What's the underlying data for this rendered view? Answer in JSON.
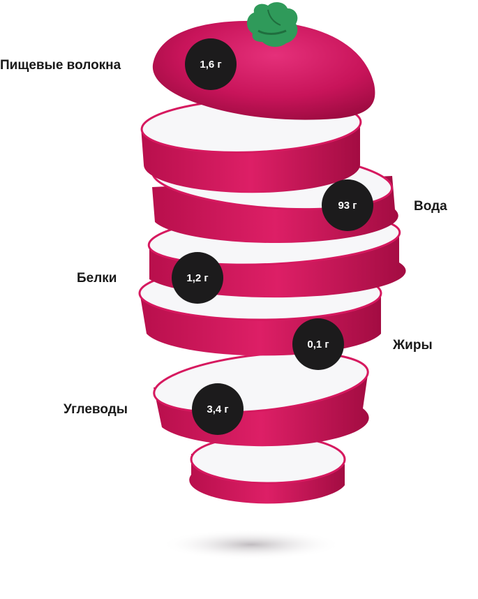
{
  "nutrients": {
    "fiber": {
      "label": "Пищевые волокна",
      "value": "1,6 г"
    },
    "water": {
      "label": "Вода",
      "value": "93 г"
    },
    "protein": {
      "label": "Белки",
      "value": "1,2 г"
    },
    "fat": {
      "label": "Жиры",
      "value": "0,1 г"
    },
    "carbs": {
      "label": "Углеводы",
      "value": "3,4 г"
    }
  },
  "colors": {
    "radish_skin": "#d6195f",
    "radish_flesh": "#f7f7f9",
    "leaf": "#2f9a5a",
    "badge": "#1c1b1c"
  }
}
